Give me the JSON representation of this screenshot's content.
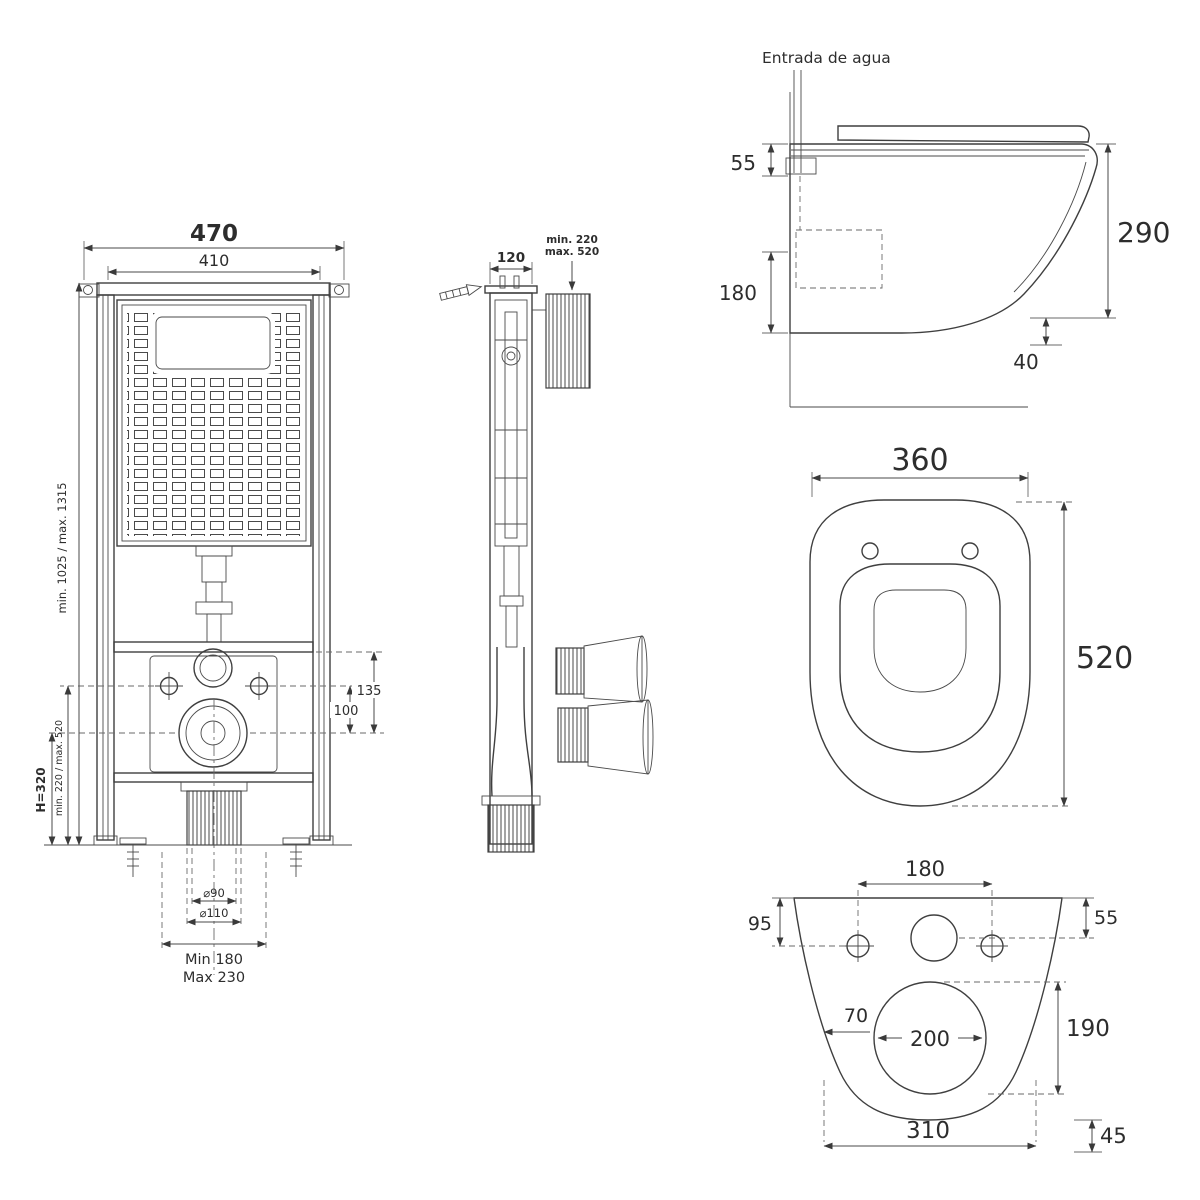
{
  "page": {
    "background": "#ffffff",
    "line_color": "#3f3f3f",
    "text_color": "#2d2d2d"
  },
  "frame_front": {
    "outer_width": "470",
    "inner_width": "410",
    "height_range": "min. 1025 / max. 1315",
    "mount_height": "H=320",
    "outlet_height_range": "min. 220 / max. 520",
    "dim_100": "100",
    "dim_135": "135",
    "drain_d90": "⌀90",
    "drain_d110": "⌀110",
    "offset_min": "Min 180",
    "offset_max": "Max 230"
  },
  "frame_side": {
    "depth": "120",
    "range_line1": "min. 220",
    "range_line2": "max. 520"
  },
  "pan_side": {
    "water_inlet_label": "Entrada de agua",
    "dim_55": "55",
    "dim_180": "180",
    "dim_290": "290",
    "dim_40": "40"
  },
  "pan_top": {
    "width": "360",
    "depth": "520"
  },
  "pan_back": {
    "dim_180": "180",
    "dim_55": "55",
    "dim_95": "95",
    "dim_70": "70",
    "dim_200": "200",
    "dim_190": "190",
    "dim_310": "310",
    "dim_45": "45"
  }
}
